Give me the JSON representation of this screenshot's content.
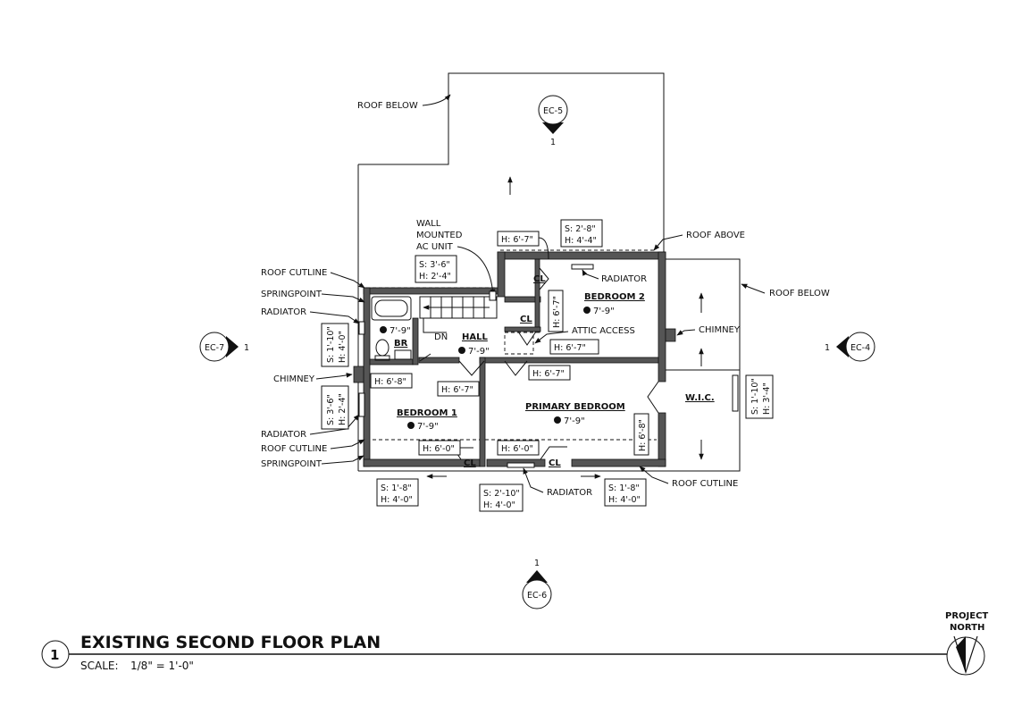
{
  "title": "EXISTING SECOND FLOOR PLAN",
  "scale_label": "SCALE:",
  "scale_value": "1/8\" = 1'-0\"",
  "drawing_number": "1",
  "north_label_1": "PROJECT",
  "north_label_2": "NORTH",
  "section_markers": {
    "ec5": {
      "name": "EC-5",
      "ref": "1"
    },
    "ec6": {
      "name": "EC-6",
      "ref": "1"
    },
    "ec7": {
      "name": "EC-7",
      "ref": "1"
    },
    "ec4": {
      "name": "EC-4",
      "ref": "1"
    }
  },
  "rooms": {
    "bedroom2": {
      "name": "BEDROOM 2",
      "height": "7'-9\""
    },
    "hall": {
      "name": "HALL",
      "height": "7'-9\""
    },
    "br": {
      "name": "BR",
      "height": "7'-9\""
    },
    "bedroom1": {
      "name": "BEDROOM 1",
      "height": "7'-9\""
    },
    "primary": {
      "name": "PRIMARY BEDROOM",
      "height": "7'-9\""
    },
    "wic": {
      "name": "W.I.C."
    },
    "cl_b2": {
      "name": "CL"
    },
    "cl_hall": {
      "name": "CL"
    },
    "cl_b1": {
      "name": "CL"
    },
    "cl_primary": {
      "name": "CL"
    }
  },
  "labels": {
    "roof_below_top": "ROOF BELOW",
    "roof_below_right": "ROOF BELOW",
    "roof_above": "ROOF ABOVE",
    "wall_ac_1": "WALL",
    "wall_ac_2": "MOUNTED",
    "wall_ac_3": "AC UNIT",
    "roof_cutline_top": "ROOF CUTLINE",
    "springpoint_top": "SPRINGPOINT",
    "radiator_left_top": "RADIATOR",
    "chimney_left": "CHIMNEY",
    "radiator_left_bottom": "RADIATOR",
    "roof_cutline_left_bottom": "ROOF CUTLINE",
    "springpoint_bottom": "SPRINGPOINT",
    "radiator_bottom": "RADIATOR",
    "roof_cutline_bottom_right": "ROOF CUTLINE",
    "radiator_b2": "RADIATOR",
    "attic_access": "ATTIC ACCESS",
    "chimney_right": "CHIMNEY",
    "dn": "DN"
  },
  "tags": {
    "t1": "H: 6'-7\"",
    "t2_s": "S: 2'-8\"",
    "t2_h": "H: 4'-4\"",
    "t3_s": "S: 3'-6\"",
    "t3_h": "H: 2'-4\"",
    "t4": "H: 6'-7\"",
    "t5": "H: 6'-7\"",
    "t6": "H: 6'-8\"",
    "t7": "H: 6'-7\"",
    "t8": "H: 6'-0\"",
    "t9": "H: 6'-0\"",
    "t10": "H: 6'-8\"",
    "t11": "H: 6'-7\"",
    "t12_s": "S: 1'-10\"",
    "t12_h": "H: 4'-0\"",
    "t13_s": "S: 3'-6\"",
    "t13_h": "H: 2'-4\"",
    "t14_s": "S: 1'-8\"",
    "t14_h": "H: 4'-0\"",
    "t15_s": "S: 2'-10\"",
    "t15_h": "H: 4'-0\"",
    "t16_s": "S: 1'-8\"",
    "t16_h": "H: 4'-0\"",
    "t17_s": "S: 1'-10\"",
    "t17_h": "H: 3'-4\""
  }
}
